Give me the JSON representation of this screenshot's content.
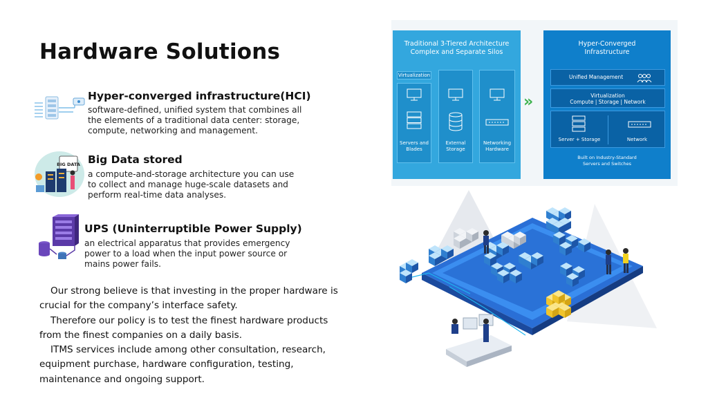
{
  "page_title": "Hardware Solutions",
  "features": [
    {
      "icon": "hci-server-icon",
      "title": "Hyper-converged infrastructure(HCI)",
      "desc": "software-defined, unified system that combines all the elements of a traditional data center: storage, compute, networking and management."
    },
    {
      "icon": "big-data-icon",
      "title": "Big Data stored",
      "desc": "a compute-and-storage architecture you can use to collect and manage huge-scale datasets and perform real-time data analyses.",
      "icon_text": "BIG DATA"
    },
    {
      "icon": "ups-power-icon",
      "title": "UPS (Uninterruptible Power Supply)",
      "desc": "an electrical apparatus that provides emergency power to a load when the input power source or mains power fails."
    }
  ],
  "paragraph": {
    "p1": "Our strong believe is that investing in the proper hardware is crucial for the company’s interface safety.",
    "p2": "Therefore our policy is to test the finest hardware products from the finest companies on a daily basis.",
    "p3": "ITMS services include among other consultation, research, equipment purchase, hardware configuration, testing, maintenance and ongoing support."
  },
  "diagram": {
    "left": {
      "title_line1": "Traditional 3-Tiered Architecture",
      "title_line2": "Complex and Separate Silos",
      "virtualization": "Virtualization",
      "col1": "Servers and Blades",
      "col2": "External Storage",
      "col3": "Networking Hardware"
    },
    "right": {
      "title_line1": "Hyper-Converged",
      "title_line2": "Infrastructure",
      "unified": "Unified Management",
      "virt_line1": "Virtualization",
      "virt_line2": "Compute | Storage | Network",
      "servers": "Server + Storage",
      "network": "Network",
      "footer_line1": "Built on Industry-Standard",
      "footer_line2": "Servers and Switches"
    },
    "colors": {
      "left_panel": "#33a7de",
      "right_panel": "#0f7fcb",
      "arrow": "#3eb24e"
    }
  },
  "illustration": {
    "icon": "data-center-isometric-illustration"
  }
}
